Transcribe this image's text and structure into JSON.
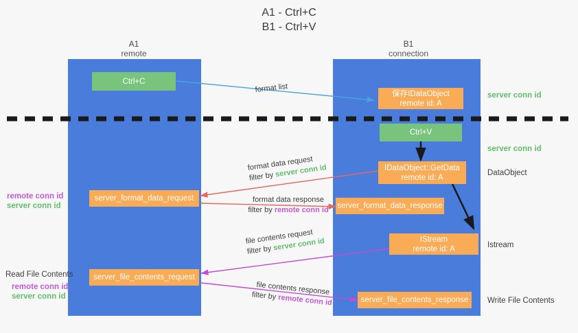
{
  "title": {
    "line1": "A1 - Ctrl+C",
    "line2": "B1 - Ctrl+V"
  },
  "colors": {
    "lane": "#4a7ddb",
    "node_orange": "#f9ab55",
    "node_green": "#78c47c",
    "server_conn": "#62bd6d",
    "remote_conn": "#c25bd4",
    "arrow_blue": "#4aa3e0",
    "arrow_red": "#e8685e",
    "arrow_magenta": "#c44bd0",
    "arrow_black": "#1a1a1a",
    "background": "#f7f7f7"
  },
  "columns": [
    {
      "name": "A1",
      "sub": "remote"
    },
    {
      "name": "B1",
      "sub": "connection"
    }
  ],
  "nodes": [
    {
      "id": "ctrl-c",
      "label": "Ctrl+C",
      "sub": "",
      "style": "green"
    },
    {
      "id": "idataobject",
      "label": "保存IDataObject",
      "sub": "remote id: A",
      "style": "orange"
    },
    {
      "id": "ctrl-v",
      "label": "Ctrl+V",
      "sub": "",
      "style": "green"
    },
    {
      "id": "getdata",
      "label": "IDataObject::GetData",
      "sub": "remote id: A",
      "style": "orange"
    },
    {
      "id": "format-data-request",
      "label": "server_format_data_request",
      "sub": "",
      "style": "orange"
    },
    {
      "id": "format-data-response",
      "label": "server_format_data_response",
      "sub": "",
      "style": "orange"
    },
    {
      "id": "istream",
      "label": "IStream",
      "sub": "remote id: A",
      "style": "orange"
    },
    {
      "id": "file-contents-request",
      "label": "server_file_contents_request",
      "sub": "",
      "style": "orange"
    },
    {
      "id": "file-contents-response",
      "label": "server_file_contents_response",
      "sub": "",
      "style": "orange"
    }
  ],
  "edge_labels": {
    "format_list": "format list",
    "format_data_request": "format data request",
    "format_data_request_filter_pre": "filter by ",
    "format_data_request_filter_key": "server conn id",
    "format_data_response": "format data response",
    "format_data_response_filter_pre": "filter by ",
    "format_data_response_filter_key": "remote conn id",
    "file_contents_request": "file contents request",
    "file_contents_request_filter_pre": "filter by ",
    "file_contents_request_filter_key": "server conn id",
    "file_contents_response": "file contents response",
    "file_contents_response_filter_pre": "filter by ",
    "file_contents_response_filter_key": "remote conn id"
  },
  "annotations": {
    "server_conn_id_1": "server conn id",
    "server_conn_id_2": "server conn id",
    "data_object": "DataObject",
    "istream": "Istream",
    "write_file_contents": "Write File Contents",
    "read_file_contents": "Read File Contents",
    "left_remote_conn_id_1": "remote conn id",
    "left_server_conn_id_1": "server conn id",
    "left_remote_conn_id_2": "remote conn id",
    "left_server_conn_id_2": "server conn id"
  }
}
